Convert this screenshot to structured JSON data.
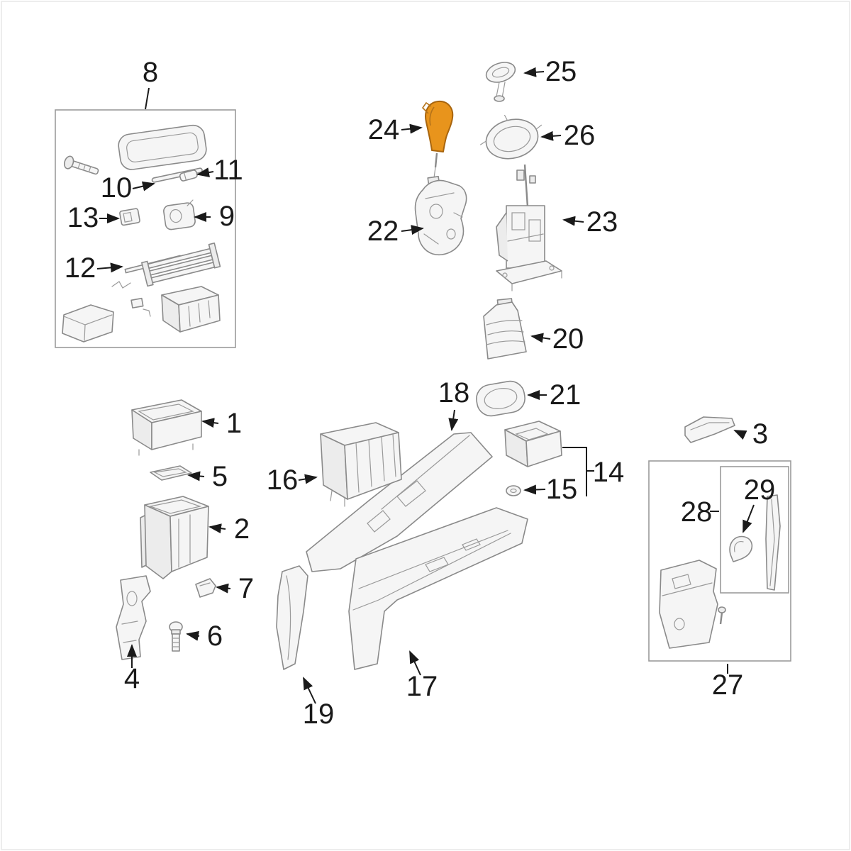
{
  "diagram": {
    "type": "exploded_parts_diagram",
    "highlight_color": "#e8941c",
    "highlight_stroke": "#a8650e",
    "line_color": "#8a8a8a",
    "label_color": "#1a1a1a",
    "highlighted_part": "24",
    "parts": [
      {
        "number": "1"
      },
      {
        "number": "2"
      },
      {
        "number": "3"
      },
      {
        "number": "4"
      },
      {
        "number": "5"
      },
      {
        "number": "6"
      },
      {
        "number": "7"
      },
      {
        "number": "8"
      },
      {
        "number": "9"
      },
      {
        "number": "10"
      },
      {
        "number": "11"
      },
      {
        "number": "12"
      },
      {
        "number": "13"
      },
      {
        "number": "14"
      },
      {
        "number": "15"
      },
      {
        "number": "16"
      },
      {
        "number": "17"
      },
      {
        "number": "18"
      },
      {
        "number": "19"
      },
      {
        "number": "20"
      },
      {
        "number": "21"
      },
      {
        "number": "22"
      },
      {
        "number": "23"
      },
      {
        "number": "24"
      },
      {
        "number": "25"
      },
      {
        "number": "26"
      },
      {
        "number": "27"
      },
      {
        "number": "28"
      },
      {
        "number": "29"
      }
    ]
  }
}
